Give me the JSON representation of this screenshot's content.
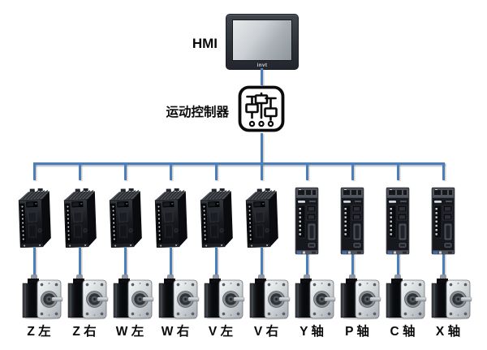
{
  "diagram": {
    "hmi": {
      "label": "HMI",
      "brand": "invt"
    },
    "controller": {
      "label": "运动控制器"
    },
    "colors": {
      "connector_blue": "#4a7ebd"
    },
    "axes": [
      {
        "label": "Z 左",
        "drive_type": "rack-servo-drive"
      },
      {
        "label": "Z 右",
        "drive_type": "rack-servo-drive"
      },
      {
        "label": "W 左",
        "drive_type": "rack-servo-drive"
      },
      {
        "label": "W 右",
        "drive_type": "rack-servo-drive"
      },
      {
        "label": "V 左",
        "drive_type": "rack-servo-drive"
      },
      {
        "label": "V 右",
        "drive_type": "rack-servo-drive"
      },
      {
        "label": "Y 轴",
        "drive_type": "compact-servo-drive"
      },
      {
        "label": "P 轴",
        "drive_type": "compact-servo-drive"
      },
      {
        "label": "C 轴",
        "drive_type": "compact-servo-drive"
      },
      {
        "label": "X 轴",
        "drive_type": "compact-servo-drive"
      }
    ]
  }
}
